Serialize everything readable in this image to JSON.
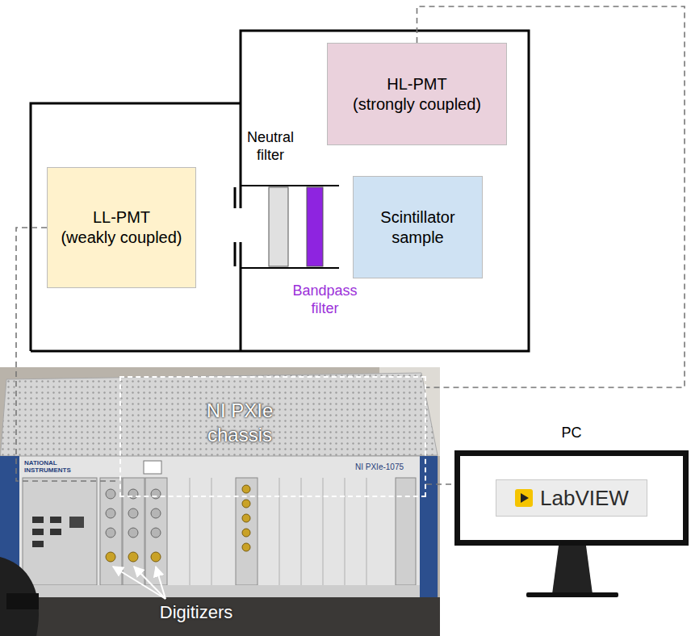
{
  "diagram": {
    "nodes": [
      {
        "text": [
          "LL-PMT",
          "(weakly coupled)"
        ]
      },
      {
        "text": [
          "HL-PMT",
          "(strongly coupled)"
        ]
      },
      {
        "text": [
          "Scintillator sample"
        ]
      },
      {
        "text": [
          "NI PXIe chassis"
        ]
      },
      {
        "text": [
          "PC",
          "LabVIEW"
        ]
      }
    ],
    "edges": [
      {
        "from": 0,
        "to": 3,
        "arrow": "none"
      },
      {
        "from": 1,
        "to": 3,
        "arrow": "none"
      },
      {
        "from": 3,
        "to": 4,
        "arrow": "none"
      }
    ],
    "labels": [
      "Neutral filter",
      "Bandpass filter",
      "Digitizers",
      "NATIONAL INSTRUMENTS",
      "NI PXIe-1075"
    ]
  }
}
